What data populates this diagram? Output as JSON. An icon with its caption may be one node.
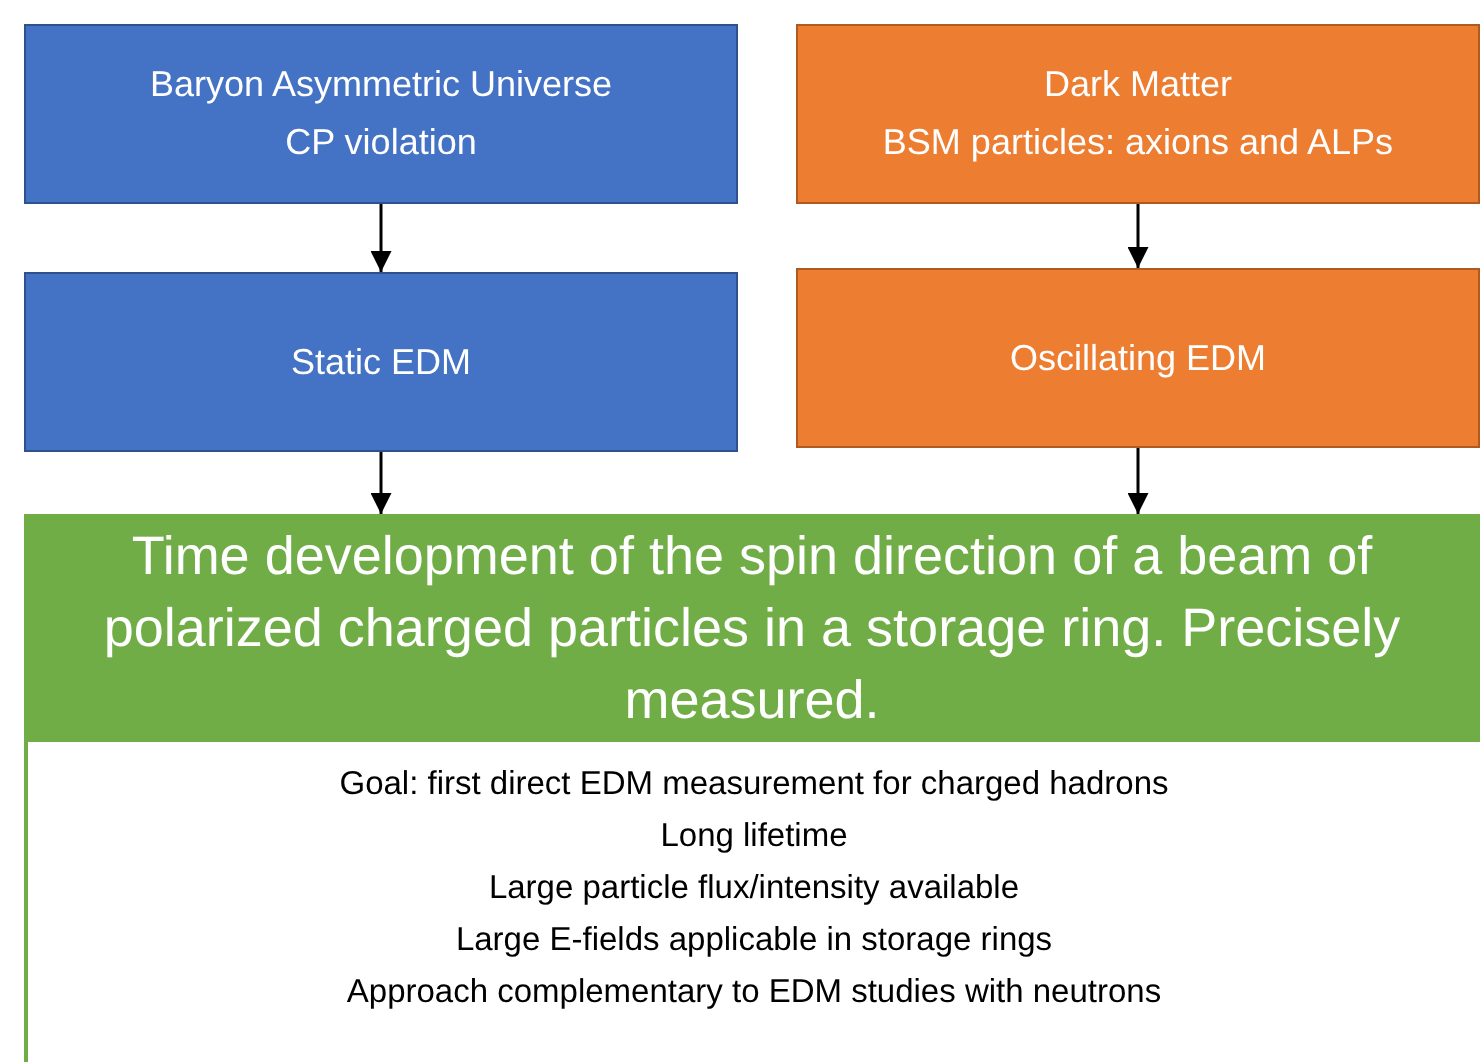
{
  "diagram": {
    "nodes": [
      {
        "text": [
          "Baryon Asymmetric Universe",
          "CP violation"
        ]
      },
      {
        "text": [
          "Static EDM"
        ]
      },
      {
        "text": [
          "Dark Matter",
          "BSM particles: axions and ALPs"
        ]
      },
      {
        "text": [
          "Oscillating EDM"
        ]
      },
      {
        "text": [
          "Time development of the spin direction of a beam of polarized charged particles in a storage ring. Precisely measured.",
          "Goal: first direct EDM measurement for charged hadrons",
          "Long lifetime",
          "Large particle flux/intensity available",
          "Large E-fields applicable in storage rings",
          "Approach complementary to EDM studies with neutrons"
        ]
      }
    ],
    "edges": [
      {
        "from": 0,
        "to": 1,
        "arrow": "to"
      },
      {
        "from": 2,
        "to": 3,
        "arrow": "to"
      },
      {
        "from": 1,
        "to": 4,
        "arrow": "to"
      },
      {
        "from": 3,
        "to": 4,
        "arrow": "to"
      }
    ]
  }
}
